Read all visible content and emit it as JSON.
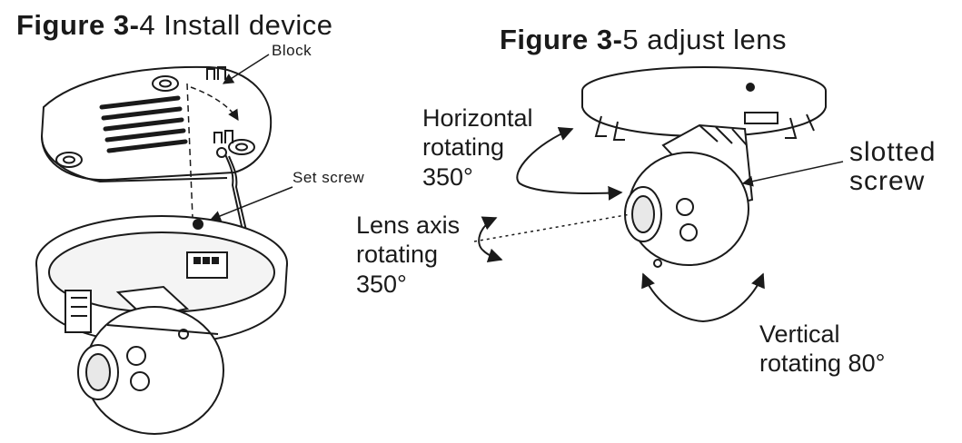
{
  "figure1": {
    "prefix": "Figure 3-",
    "suffix": "4 Install device",
    "labels": {
      "block": "Block",
      "set_screw": "Set screw"
    }
  },
  "figure2": {
    "prefix": "Figure 3-",
    "suffix": "5 adjust lens",
    "labels": {
      "horizontal_1": "Horizontal",
      "horizontal_2": "rotating",
      "horizontal_3": "350°",
      "lens_axis_1": "Lens axis",
      "lens_axis_2": "rotating",
      "lens_axis_3": "350°",
      "slotted_1": "slotted",
      "slotted_2": "screw",
      "vertical_1": "Vertical",
      "vertical_2": "rotating 80°"
    }
  },
  "colors": {
    "line": "#1a1a1a",
    "fill": "#ffffff",
    "shade": "#d9d9d9"
  }
}
